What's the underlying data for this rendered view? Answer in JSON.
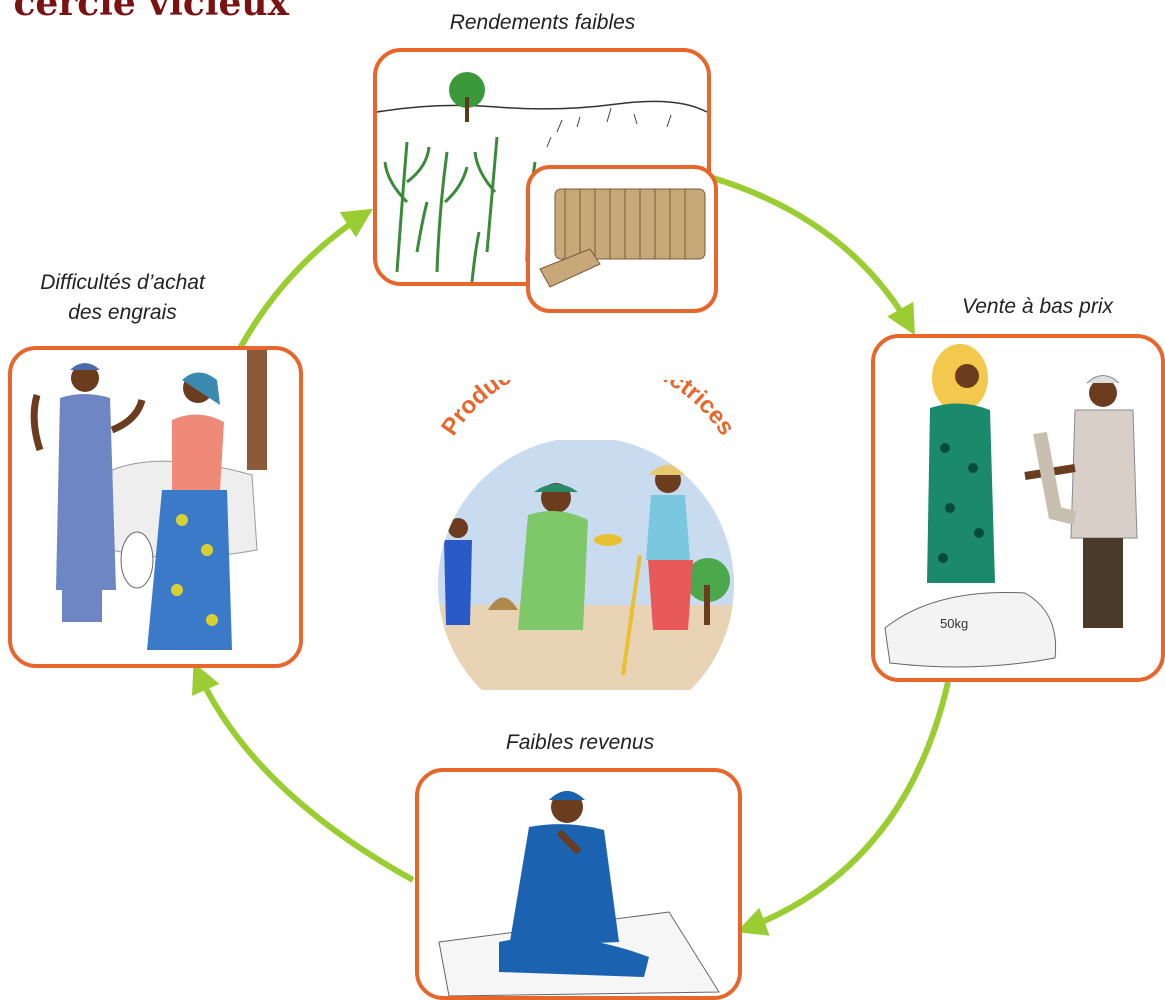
{
  "title": "e cercle vicieux",
  "center_label": "Producteurs et productrices",
  "steps": [
    {
      "id": "rendements",
      "caption": "Rendements faibles",
      "icon": "millet-field-and-harvest-illustration"
    },
    {
      "id": "vente",
      "caption": "Vente à bas prix",
      "icon": "selling-grain-sacks-illustration"
    },
    {
      "id": "revenus",
      "caption": "Faibles revenus",
      "icon": "worried-seated-man-illustration"
    },
    {
      "id": "engrais",
      "caption_line1": "Difficultés d’achat",
      "caption_line2": "des engrais",
      "icon": "two-farmers-discussing-illustration"
    }
  ],
  "sack_label": "50kg",
  "colors": {
    "frame": "#e8662c",
    "arrow": "#9acd32",
    "title": "#7a1212",
    "center_text": "#e8662c"
  }
}
